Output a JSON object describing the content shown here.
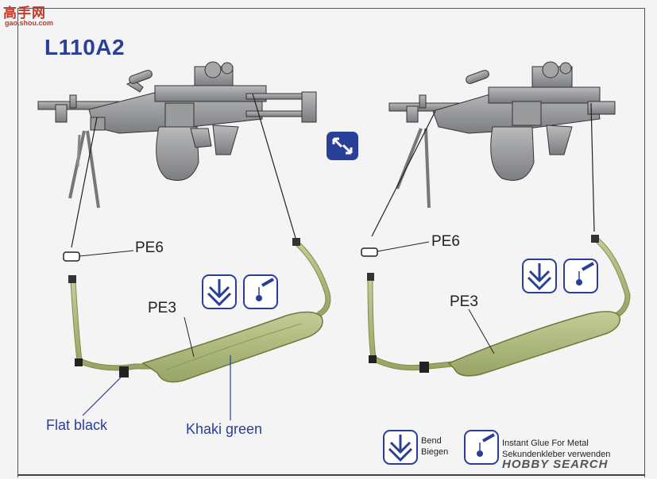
{
  "watermark_top": {
    "line1": "高手网",
    "line2": "gao.shou.com"
  },
  "title": "L110A2",
  "left": {
    "pe6": "PE6",
    "pe3": "PE3"
  },
  "right": {
    "pe6": "PE6",
    "pe3": "PE3"
  },
  "notes": {
    "flat_black": "Flat black",
    "khaki_green": "Khaki green"
  },
  "legend": {
    "bend": {
      "line1": "Bend",
      "line2": "Biegen"
    },
    "glue": {
      "line1": "Instant Glue For Metal",
      "line2": "Sekundenkleber verwenden"
    }
  },
  "watermark_bottom": "HOBBY SEARCH",
  "colors": {
    "accent": "#2a3f97",
    "sling": "#a9b57a",
    "gun": "#8f9092"
  }
}
